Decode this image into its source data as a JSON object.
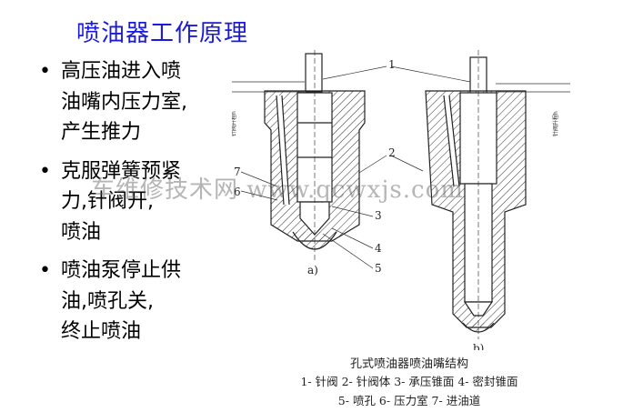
{
  "title": "喷油器工作原理",
  "bullets": [
    {
      "lines": [
        "高压油进入喷",
        "油嘴内压力室,",
        "产生推力"
      ]
    },
    {
      "lines": [
        "克服弹簧预紧",
        "力,针阀开,",
        "喷油"
      ]
    },
    {
      "lines": [
        "喷油泵停止供",
        "油,喷孔关,",
        "终止喷油"
      ]
    }
  ],
  "watermark": "车维修技术网 www.qcwxjs.com",
  "diagram": {
    "label_a": "a)",
    "label_b": "b)",
    "lift_label": "针阀升程h",
    "callouts": [
      "1",
      "2",
      "3",
      "4",
      "5",
      "6",
      "7"
    ],
    "caption_title": "孔式喷油器喷油嘴结构",
    "caption_line1": "1- 针阀  2- 针阀体  3- 承压锥面  4- 密封锥面",
    "caption_line2": "5- 喷孔  6- 压力室  7- 进油道"
  }
}
